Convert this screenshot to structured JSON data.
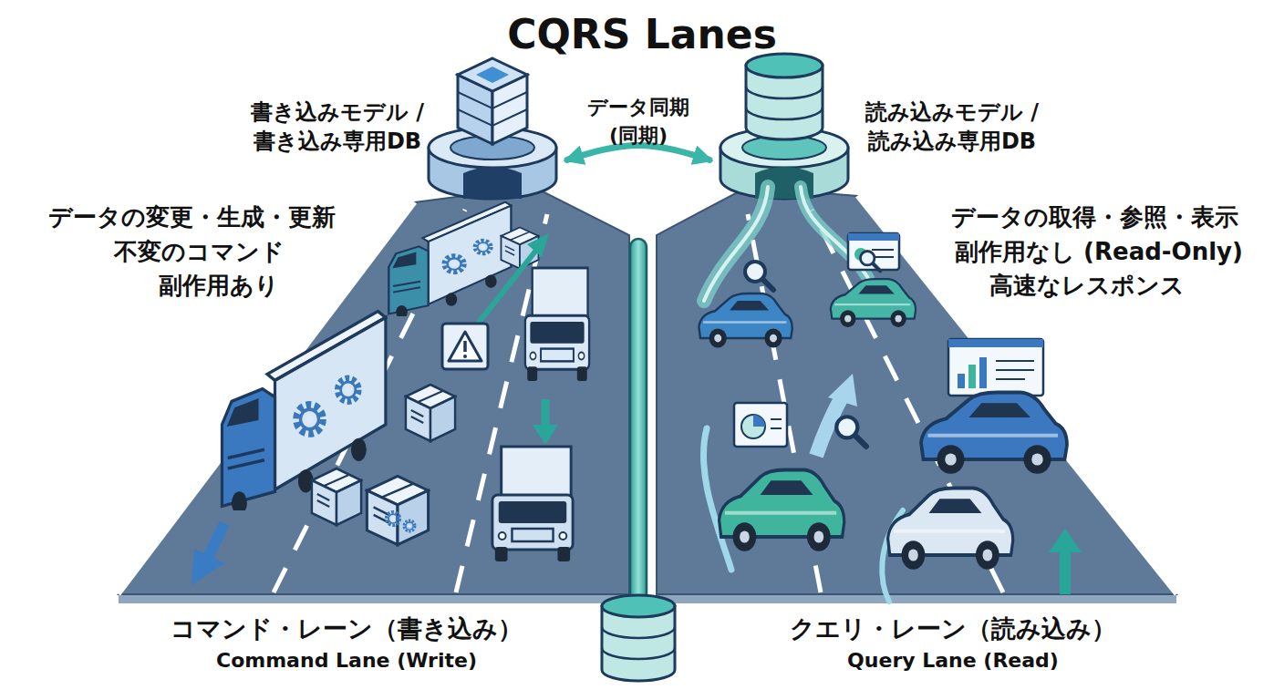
{
  "diagram": {
    "title": "CQRS Lanes",
    "nodes": [
      {
        "text": [
          "書き込みモデル / 書き込み専用DB"
        ]
      },
      {
        "text": [
          "読み込みモデル / 読み込み専用DB"
        ]
      },
      {
        "text": [
          "コマンド・レーン（書き込み）",
          "Command Lane (Write)"
        ]
      },
      {
        "text": [
          "クエリ・レーン（読み込み）",
          "Query Lane (Read)"
        ]
      }
    ],
    "edges": [
      {
        "from": 0,
        "to": 1,
        "label": "データ同期 (同期)",
        "arrow": "both"
      }
    ],
    "labels": [
      "データの変更・生成・更新",
      "不変のコマンド",
      "副作用あり",
      "データの取得・参照・表示",
      "副作用なし (Read-Only)",
      "高速なレスポンス"
    ]
  }
}
